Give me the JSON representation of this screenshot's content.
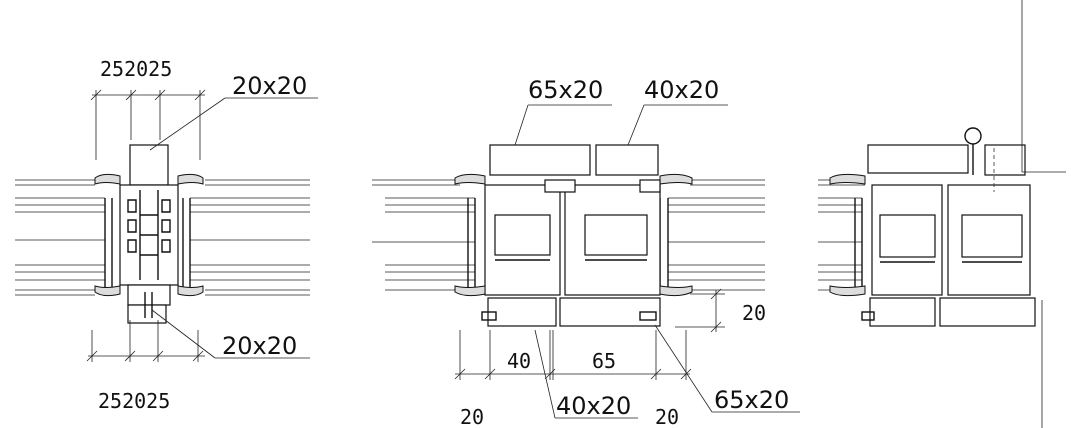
{
  "left_detail": {
    "top_dim": "252025",
    "bottom_dim": "252025",
    "label_top": "20x20",
    "label_bottom": "20x20"
  },
  "middle_detail": {
    "label_top_left": "65x20",
    "label_top_right": "40x20",
    "dim_40": "40",
    "dim_65": "65",
    "dim_20_right": "20",
    "dim_20_bottom_left": "20",
    "dim_20_bottom_mid": "20",
    "label_bottom_left": "40x20",
    "label_bottom_right": "65x20"
  },
  "colors": {
    "line": "#111111",
    "background": "#ffffff"
  }
}
